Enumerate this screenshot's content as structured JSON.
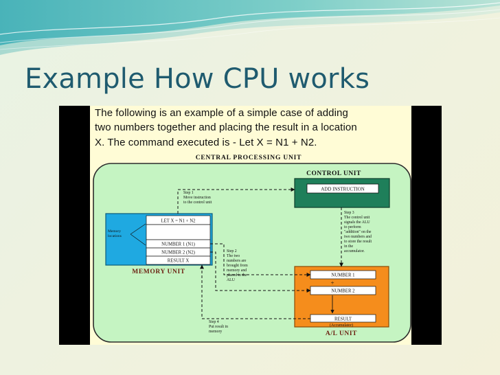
{
  "slide": {
    "title": "Example How CPU works"
  },
  "figure": {
    "intro_lines": [
      "The following is an example of a simple case of adding",
      "two numbers together and placing the result in a location",
      "X. The command executed is - Let X = N1 + N2."
    ],
    "cpu_label": "CENTRAL PROCESSING UNIT",
    "control_unit": {
      "title": "CONTROL UNIT",
      "instruction": "ADD INSTRUCTION"
    },
    "memory_unit": {
      "title": "MEMORY UNIT",
      "side_label": [
        "Memory",
        "locations"
      ],
      "cells": [
        "LET X = N1 + N2",
        "",
        "NUMBER 1 (N1)",
        "NUMBER 2 (N2)",
        "RESULT X"
      ]
    },
    "alu": {
      "title": "A/L UNIT",
      "number1": "NUMBER 1",
      "plus": "+",
      "number2": "NUMBER 2",
      "result": "RESULT",
      "accumulator": "(Accumulator)"
    },
    "steps": {
      "step1": [
        "Step 1",
        "Move instruction",
        "to the control unit"
      ],
      "step2": [
        "Step 2",
        "The two",
        "numbers are",
        "brought from",
        "memory and",
        "placed in the",
        "ALU"
      ],
      "step3": [
        "Step 3",
        "The control unit",
        "signals the ALU",
        "to perform",
        "\"addition\" on the",
        "two numbers and",
        "to store the result",
        "in the",
        "accumulator."
      ],
      "step4": [
        "Step 4",
        "Put result in",
        "memory"
      ]
    }
  }
}
